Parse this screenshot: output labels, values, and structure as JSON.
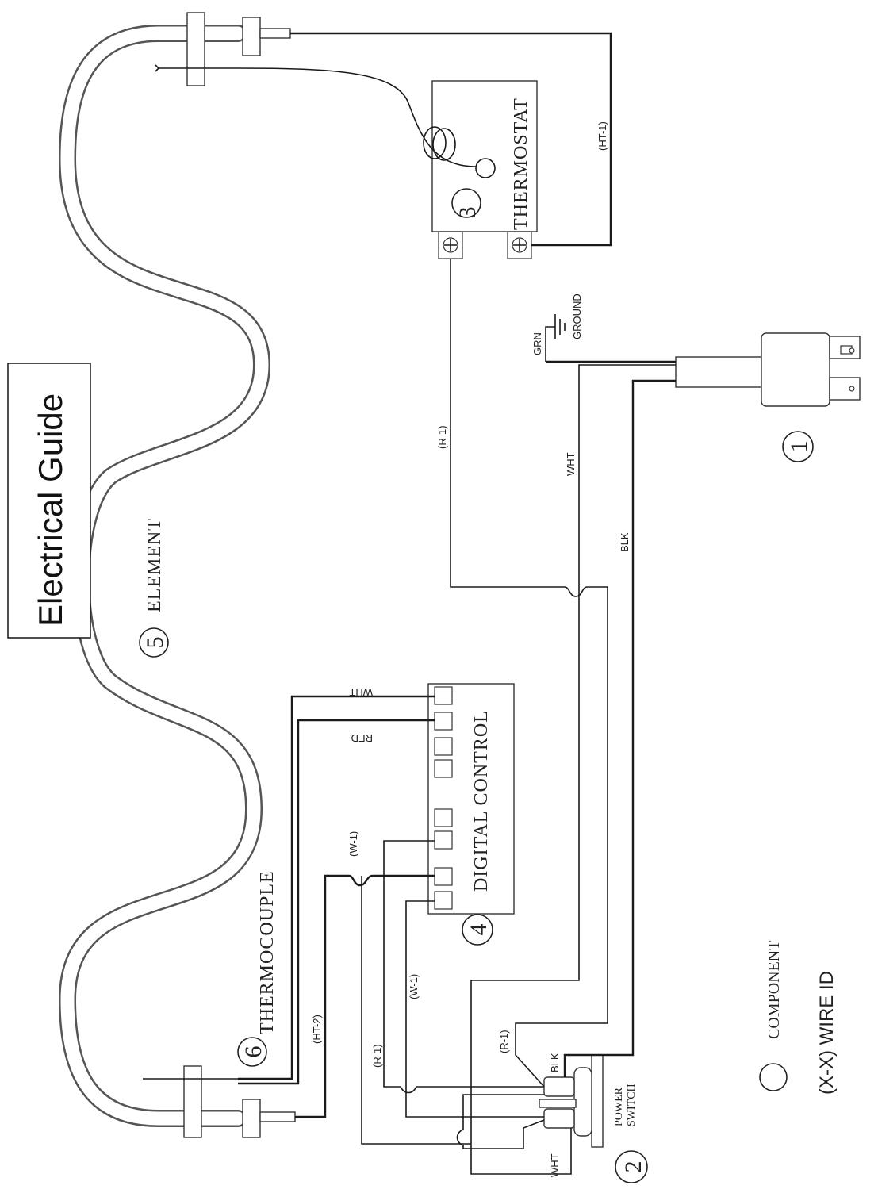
{
  "title": "Electrical Guide",
  "components": {
    "plug": {
      "number": "1"
    },
    "power_switch": {
      "number": "2",
      "label_line1": "POWER",
      "label_line2": "SWITCH"
    },
    "thermostat": {
      "number": "3",
      "label": "THERMOSTAT"
    },
    "digital_control": {
      "number": "4",
      "label": "DIGITAL CONTROL"
    },
    "element": {
      "number": "5",
      "label": "ELEMENT"
    },
    "thermocouple": {
      "number": "6",
      "label": "THERMOCOUPLE"
    }
  },
  "wire_labels": {
    "grn": "GRN",
    "ground": "GROUND",
    "wht_main": "WHT",
    "blk_main": "BLK",
    "r1_main": "(R-1)",
    "ht1": "(HT-1)",
    "ht2": "(HT-2)",
    "w1_a": "(W-1)",
    "w1_b": "(W-1)",
    "r1_a": "(R-1)",
    "r1_b": "(R-1)",
    "blk_switch": "BLK",
    "wht_switch": "WHT",
    "wht_tc": "WHT",
    "red_tc": "RED"
  },
  "legend": {
    "component": "COMPONENT",
    "wire_id": "(X-X) WIRE ID"
  }
}
